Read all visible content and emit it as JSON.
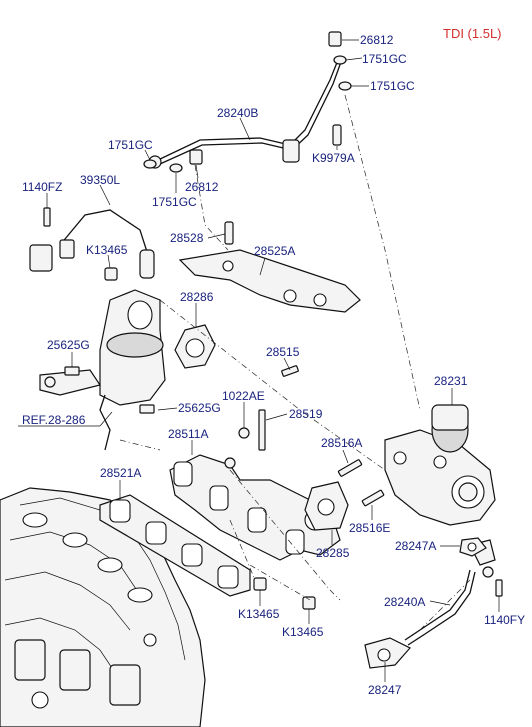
{
  "variant_label": "TDI (1.5L)",
  "reference_label": "REF.28-286",
  "part_labels": [
    {
      "id": "p26812a",
      "text": "26812"
    },
    {
      "id": "p1751gc_a",
      "text": "1751GC"
    },
    {
      "id": "p1751gc_b",
      "text": "1751GC"
    },
    {
      "id": "p28240b",
      "text": "28240B"
    },
    {
      "id": "p1751gc_c",
      "text": "1751GC"
    },
    {
      "id": "pk9979a",
      "text": "K9979A"
    },
    {
      "id": "p26812b",
      "text": "26812"
    },
    {
      "id": "p1140fz",
      "text": "1140FZ"
    },
    {
      "id": "p39350l",
      "text": "39350L"
    },
    {
      "id": "p1751gc_d",
      "text": "1751GC"
    },
    {
      "id": "p28528",
      "text": "28528"
    },
    {
      "id": "p28525a",
      "text": "28525A"
    },
    {
      "id": "pk13465a",
      "text": "K13465"
    },
    {
      "id": "p28286",
      "text": "28286"
    },
    {
      "id": "p25625g_a",
      "text": "25625G"
    },
    {
      "id": "p28515",
      "text": "28515"
    },
    {
      "id": "p28231",
      "text": "28231"
    },
    {
      "id": "p1022ae",
      "text": "1022AE"
    },
    {
      "id": "p25625g_b",
      "text": "25625G"
    },
    {
      "id": "p28519",
      "text": "28519"
    },
    {
      "id": "p28511a",
      "text": "28511A"
    },
    {
      "id": "p28516a",
      "text": "28516A"
    },
    {
      "id": "p28521a",
      "text": "28521A"
    },
    {
      "id": "p28516e",
      "text": "28516E"
    },
    {
      "id": "p28285",
      "text": "28285"
    },
    {
      "id": "p28247a",
      "text": "28247A"
    },
    {
      "id": "p28240a",
      "text": "28240A"
    },
    {
      "id": "pk13465b",
      "text": "K13465"
    },
    {
      "id": "pk13465c",
      "text": "K13465"
    },
    {
      "id": "p1140fy",
      "text": "1140FY"
    },
    {
      "id": "p28247",
      "text": "28247"
    }
  ],
  "colors": {
    "label": "#1a237e",
    "variant": "#d32f2f",
    "line": "#111111"
  }
}
